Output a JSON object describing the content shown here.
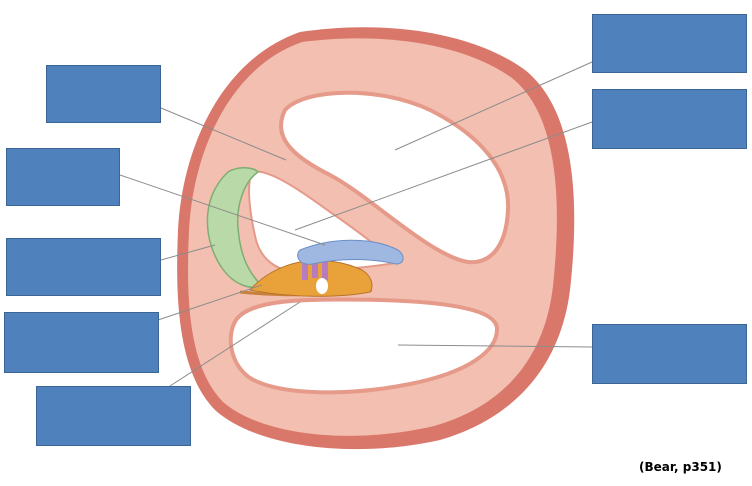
{
  "diagram": {
    "citation": "(Bear, p351)",
    "colors": {
      "wall_outer": "#df8a7e",
      "wall_inner": "#f3c3b5",
      "chamber": "#ffffff",
      "stria_green": "#b9d9a8",
      "organ_orange": "#e9a23a",
      "tectorial_blue": "#9fb8e2",
      "label_box": "#4f81bd",
      "leader_line": "#8c8c8c"
    },
    "label_boxes": [
      {
        "id": "box-upper-left"
      },
      {
        "id": "box-mid-left"
      },
      {
        "id": "box-left-3"
      },
      {
        "id": "box-left-4"
      },
      {
        "id": "box-bottom-left"
      },
      {
        "id": "box-top-right"
      },
      {
        "id": "box-right-2"
      },
      {
        "id": "box-lower-right"
      }
    ]
  }
}
